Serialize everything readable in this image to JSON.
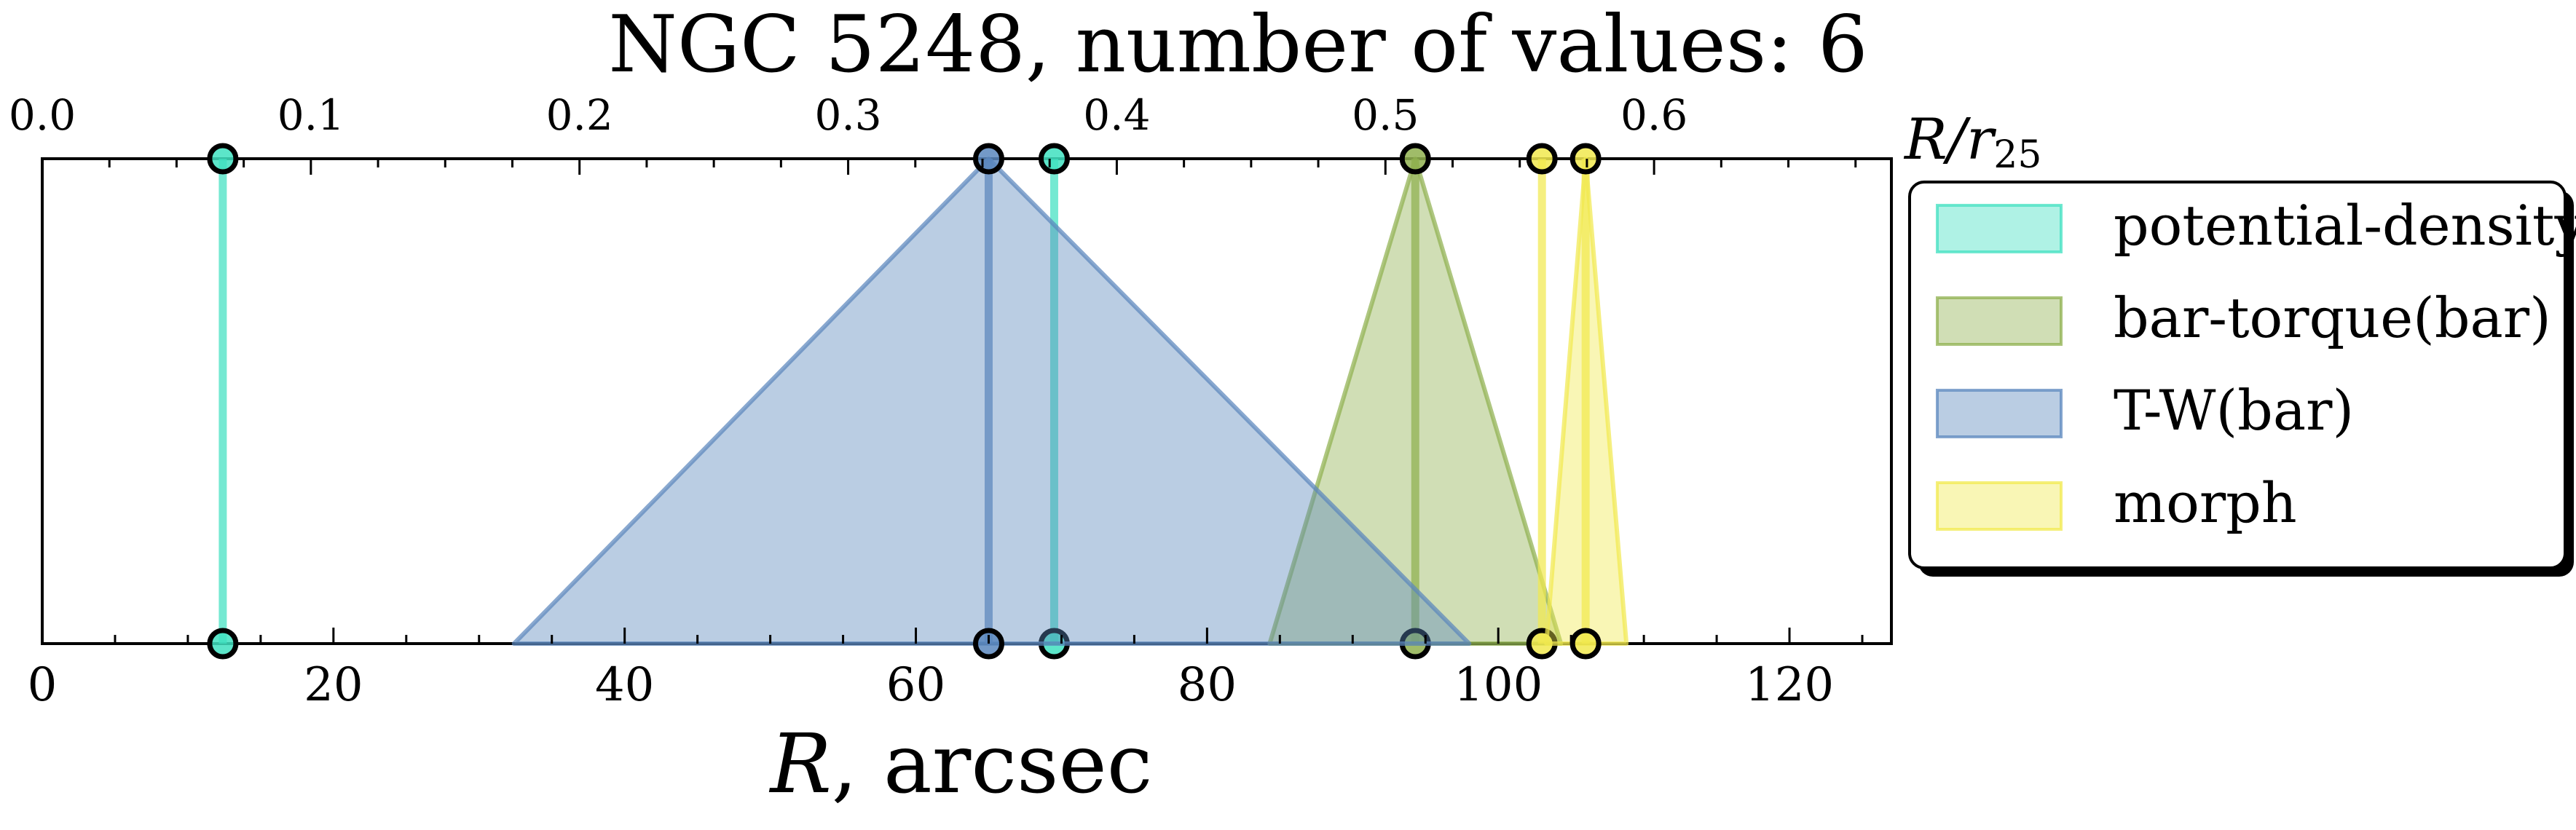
{
  "chart_data": {
    "type": "area",
    "title": "NGC 5248, number of values: 6",
    "xlabel_main": "R",
    "xlabel_suffix": ", arcsec",
    "top_axis_label": "R/r",
    "top_axis_subscript": "25",
    "xlim": [
      0,
      127
    ],
    "bottom_ticks": [
      0,
      20,
      40,
      60,
      80,
      100,
      120
    ],
    "top_ticks": [
      {
        "label": "0.0",
        "value": 0.0
      },
      {
        "label": "0.1",
        "value": 0.1
      },
      {
        "label": "0.2",
        "value": 0.2
      },
      {
        "label": "0.3",
        "value": 0.3
      },
      {
        "label": "0.4",
        "value": 0.4
      },
      {
        "label": "0.5",
        "value": 0.5
      },
      {
        "label": "0.6",
        "value": 0.6
      }
    ],
    "r25_arcsec": 184.5,
    "legend_position": "right",
    "series": [
      {
        "name": "potential-density",
        "color": "#40e0c0",
        "values": [
          {
            "x": 12.4,
            "lower": 12.4,
            "upper": 12.4
          },
          {
            "x": 69.5,
            "lower": 69.5,
            "upper": 69.5
          }
        ]
      },
      {
        "name": "bar-torque(bar)",
        "color": "#8fb04f",
        "values": [
          {
            "x": 94.3,
            "lower": 84.3,
            "upper": 104.3
          }
        ]
      },
      {
        "name": "T-W(bar)",
        "color": "#5b87bd",
        "values": [
          {
            "x": 65.0,
            "lower": 32.4,
            "upper": 98.0
          }
        ]
      },
      {
        "name": "morph",
        "color": "#f1e94f",
        "values": [
          {
            "x": 103.0,
            "lower": 103.0,
            "upper": 103.0
          },
          {
            "x": 106.0,
            "lower": 103.3,
            "upper": 108.8
          }
        ]
      }
    ]
  }
}
